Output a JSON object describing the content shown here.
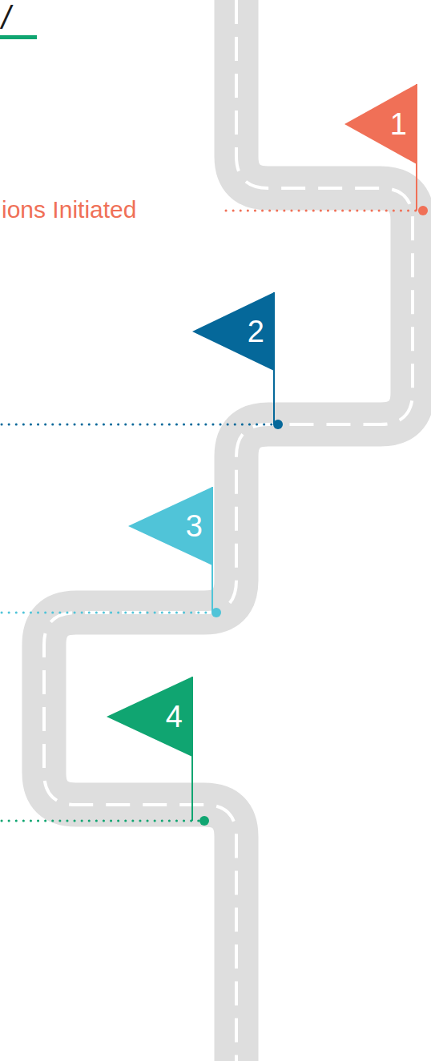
{
  "diagram": {
    "nodes": [
      {
        "text": [
          "1"
        ]
      },
      {
        "text": [
          "2"
        ]
      },
      {
        "text": [
          "3"
        ]
      },
      {
        "text": [
          "4"
        ]
      }
    ],
    "labels": [
      "/",
      "ions Initiated"
    ]
  }
}
